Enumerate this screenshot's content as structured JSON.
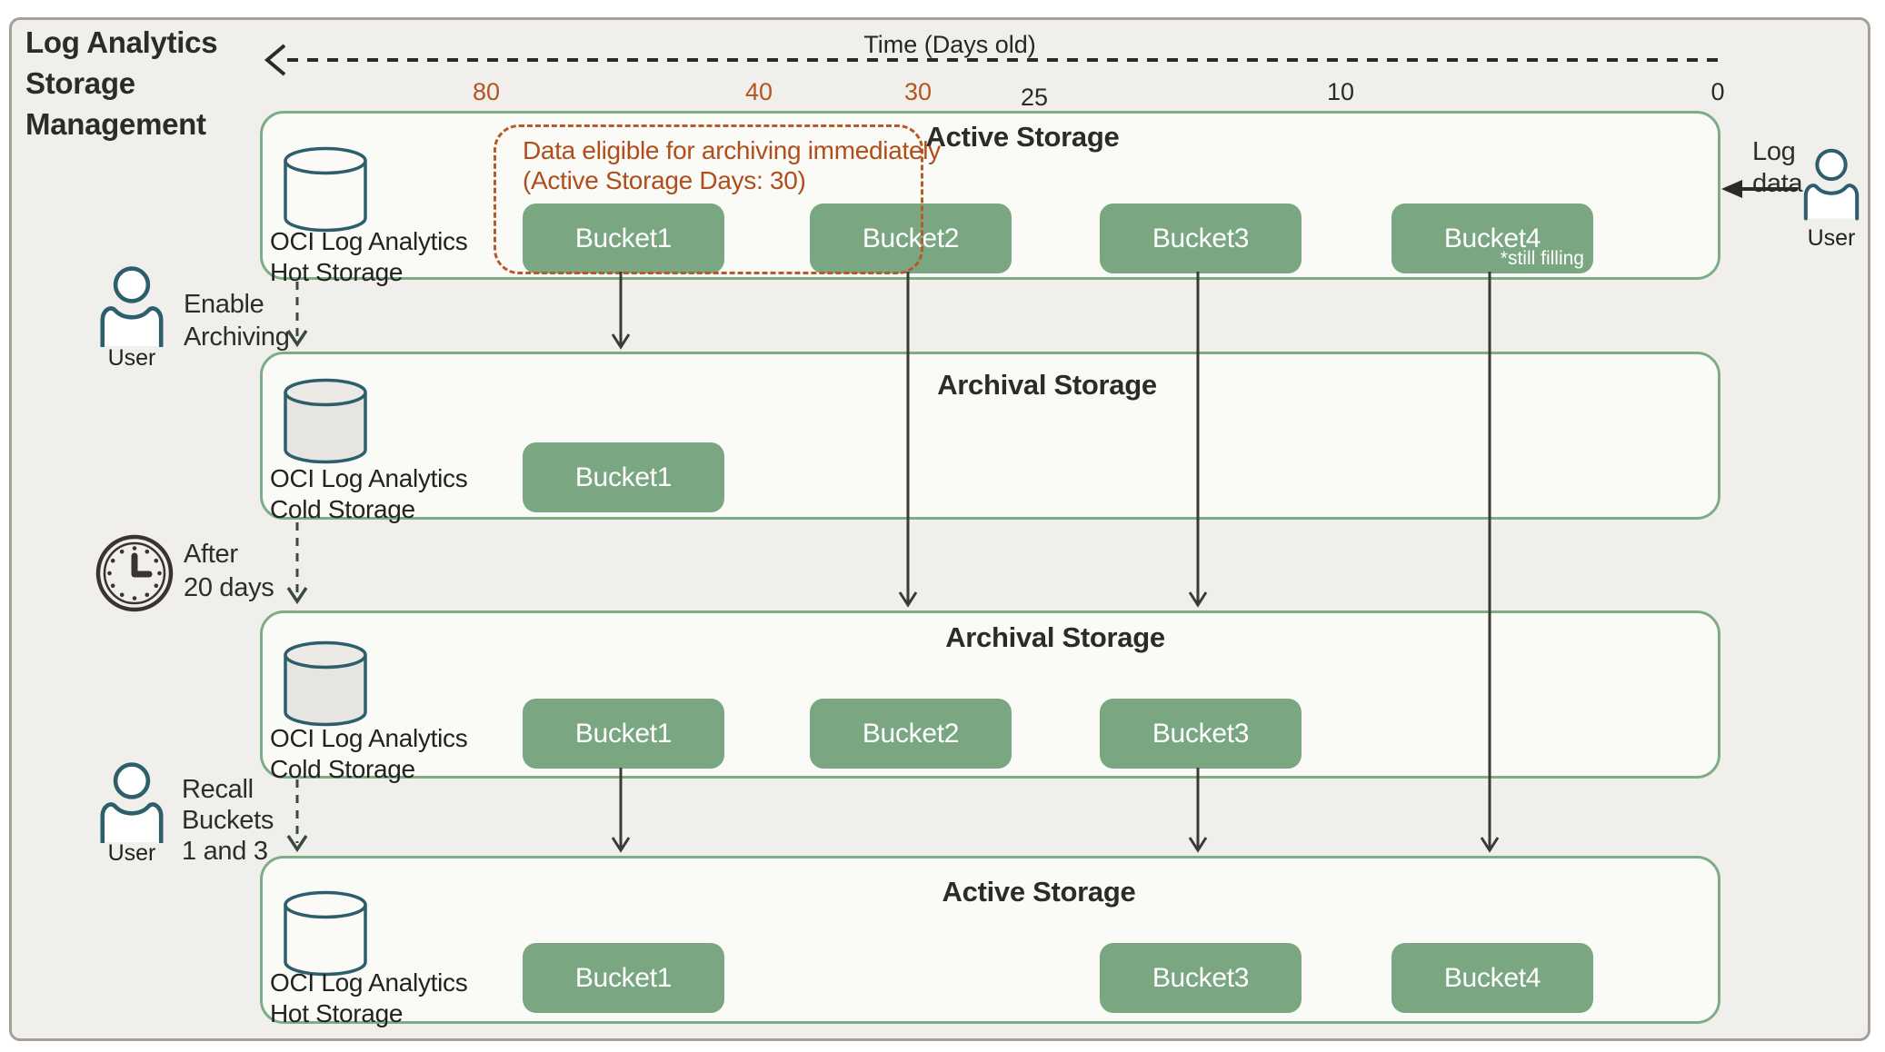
{
  "title": "Log Analytics\nStorage\nManagement",
  "timeline": {
    "label": "Time (Days old)",
    "ticks": [
      {
        "label": "80",
        "highlighted": true
      },
      {
        "label": "40",
        "highlighted": true
      },
      {
        "label": "30",
        "highlighted": true
      },
      {
        "label": "25",
        "highlighted": false
      },
      {
        "label": "10",
        "highlighted": false
      },
      {
        "label": "0",
        "highlighted": false
      }
    ]
  },
  "annotation": {
    "line1": "Data eligible for archiving immediately",
    "line2": "(Active Storage Days: 30)"
  },
  "rows": [
    {
      "header": "Active Storage",
      "storage_label": "OCI Log Analytics\nHot Storage",
      "buckets": [
        {
          "label": "Bucket1"
        },
        {
          "label": "Bucket2"
        },
        {
          "label": "Bucket3"
        },
        {
          "label": "Bucket4",
          "note": "*still filling"
        }
      ]
    },
    {
      "header": "Archival Storage",
      "storage_label": "OCI Log Analytics\nCold Storage",
      "buckets": [
        {
          "label": "Bucket1"
        }
      ]
    },
    {
      "header": "Archival Storage",
      "storage_label": "OCI Log Analytics\nCold Storage",
      "buckets": [
        {
          "label": "Bucket1"
        },
        {
          "label": "Bucket2"
        },
        {
          "label": "Bucket3"
        }
      ]
    },
    {
      "header": "Active Storage",
      "storage_label": "OCI Log Analytics\nHot Storage",
      "buckets": [
        {
          "label": "Bucket1"
        },
        {
          "label": "Bucket3"
        },
        {
          "label": "Bucket4"
        }
      ]
    }
  ],
  "actors": {
    "enable_user": {
      "label": "User",
      "action": "Enable\nArchiving"
    },
    "clock": {
      "action": "After\n20 days"
    },
    "recall_user": {
      "label": "User",
      "action": "Recall\nBuckets\n1 and 3"
    },
    "log_user": {
      "label": "User",
      "action": "Log\ndata"
    }
  },
  "colors": {
    "bucket_green": "#7aa782",
    "row_border_green": "#7dac87",
    "annotation_orange": "#b65a28",
    "tick_orange": "#b5541e",
    "cylinder_teal": "#2c5e6c",
    "dark_text": "#2c2b29",
    "frame_background": "#f0efec",
    "row_background": "#fafaf7"
  }
}
